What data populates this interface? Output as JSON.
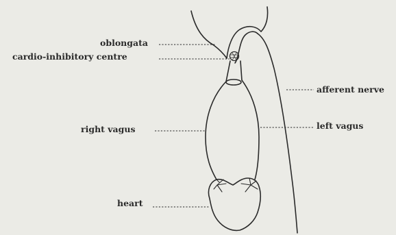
{
  "labels": {
    "oblongata": "oblongata",
    "cardio_inhibitory_centre": "cardio-inhibitory centre",
    "afferent_nerve": "afferent nerve",
    "right_vagus": "right vagus",
    "left_vagus": "left vagus",
    "heart": "heart"
  },
  "colors": {
    "background": "#ebebe6",
    "ink": "#2a2a2a"
  }
}
